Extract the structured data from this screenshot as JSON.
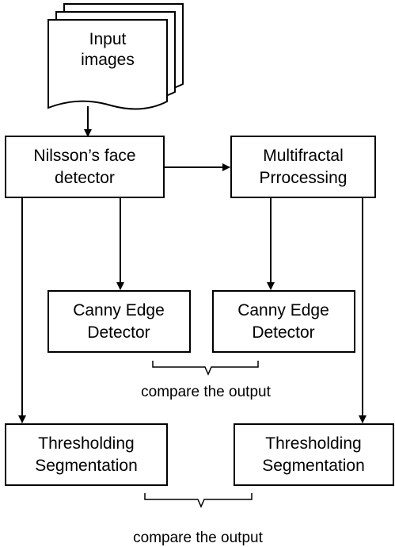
{
  "input": {
    "line1": "Input",
    "line2": "images"
  },
  "face_detector": {
    "line1": "Nilsson’s face",
    "line2": "detector"
  },
  "multifractal": {
    "line1": "Multifractal",
    "line2": "Prrocessing"
  },
  "canny_left": {
    "line1": "Canny Edge",
    "line2": "Detector"
  },
  "canny_right": {
    "line1": "Canny Edge",
    "line2": "Detector"
  },
  "threshold_left": {
    "line1": "Thresholding",
    "line2": "Segmentation"
  },
  "threshold_right": {
    "line1": "Thresholding",
    "line2": "Segmentation"
  },
  "compare_upper": "compare the output",
  "compare_lower": "compare the output"
}
